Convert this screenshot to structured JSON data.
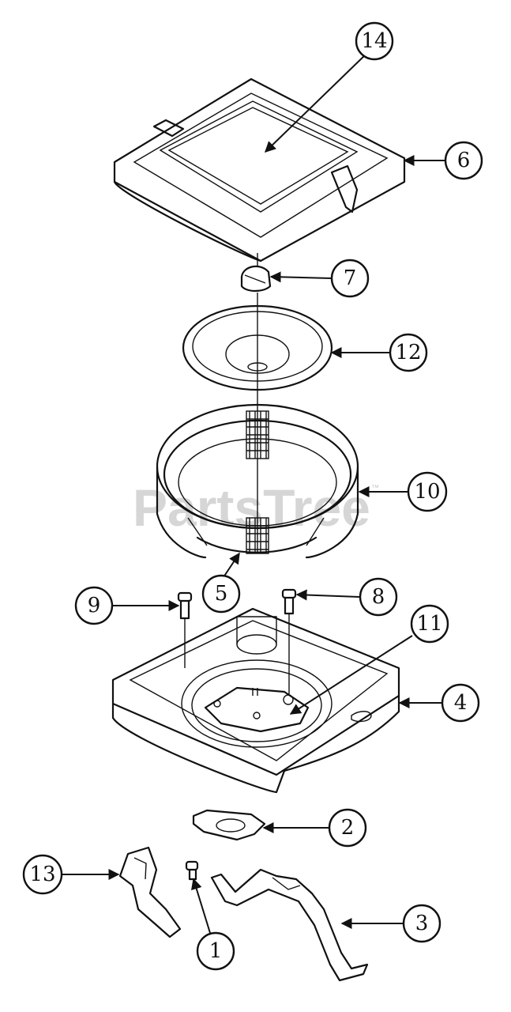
{
  "diagram": {
    "watermark": "PartsTree",
    "watermark_mark": "™",
    "callouts": [
      {
        "id": "c14",
        "label": "14"
      },
      {
        "id": "c6",
        "label": "6"
      },
      {
        "id": "c7",
        "label": "7"
      },
      {
        "id": "c12",
        "label": "12"
      },
      {
        "id": "c10",
        "label": "10"
      },
      {
        "id": "c5",
        "label": "5"
      },
      {
        "id": "c9",
        "label": "9"
      },
      {
        "id": "c8",
        "label": "8"
      },
      {
        "id": "c11",
        "label": "11"
      },
      {
        "id": "c4",
        "label": "4"
      },
      {
        "id": "c2",
        "label": "2"
      },
      {
        "id": "c13",
        "label": "13"
      },
      {
        "id": "c3",
        "label": "3"
      },
      {
        "id": "c1",
        "label": "1"
      }
    ]
  }
}
